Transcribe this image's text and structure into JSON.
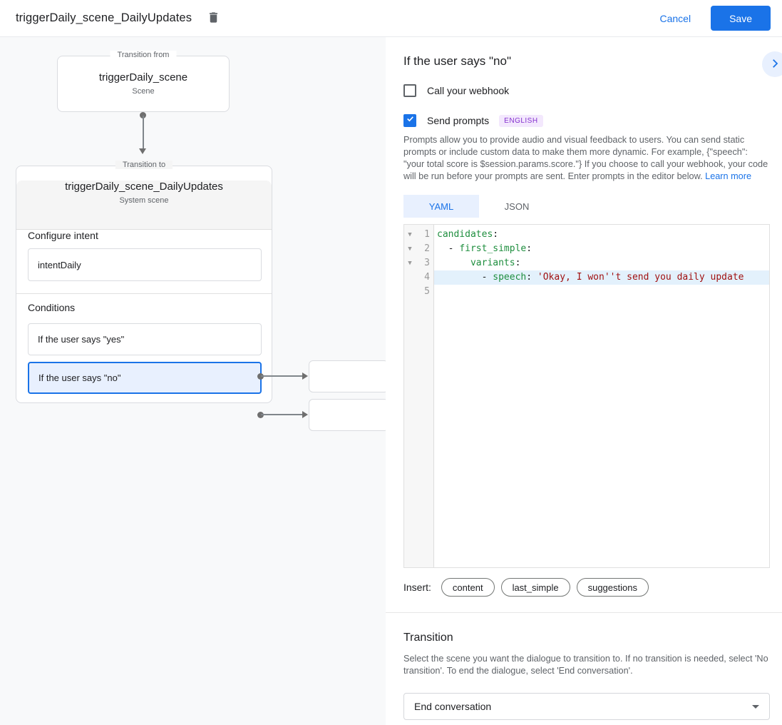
{
  "colors": {
    "accent_blue": "#1a73e8",
    "light_blue_bg": "#e8f0fe",
    "badge_purple_text": "#8430ce",
    "badge_purple_bg": "#f3e8fd",
    "code_key_green": "#1e8e3e",
    "code_string_red": "#a11111",
    "canvas_bg": "#f8f9fa"
  },
  "header": {
    "title": "triggerDaily_scene_DailyUpdates",
    "cancel_label": "Cancel",
    "save_label": "Save"
  },
  "canvas": {
    "from_box": {
      "legend": "Transition from",
      "title": "triggerDaily_scene",
      "subtitle": "Scene"
    },
    "to_card": {
      "legend": "Transition to",
      "title": "triggerDaily_scene_DailyUpdates",
      "subtitle": "System scene",
      "intent_label": "Configure intent",
      "intent_value": "intentDaily",
      "conditions_label": "Conditions",
      "conditions": [
        {
          "label": "If the user says \"yes\"",
          "selected": false
        },
        {
          "label": "If the user says \"no\"",
          "selected": true
        }
      ]
    }
  },
  "panel": {
    "title": "If the user says \"no\"",
    "webhook": {
      "label": "Call your webhook",
      "checked": false
    },
    "prompts": {
      "label": "Send prompts",
      "checked": true,
      "language_badge": "ENGLISH"
    },
    "description": "Prompts allow you to provide audio and visual feedback to users. You can send static prompts or include custom data to make them more dynamic. For example, {\"speech\": \"your total score is $session.params.score.\"} If you choose to call your webhook, your code will be run before your prompts are sent. Enter prompts in the editor below.",
    "learn_more_label": "Learn more",
    "tabs": [
      {
        "label": "YAML",
        "active": true
      },
      {
        "label": "JSON",
        "active": false
      }
    ],
    "editor": {
      "lines": [
        {
          "num": "1",
          "fold": "▼",
          "pre": "",
          "key": "candidates",
          "sep": ":",
          "str": ""
        },
        {
          "num": "2",
          "fold": "▼",
          "pre": "  - ",
          "key": "first_simple",
          "sep": ":",
          "str": ""
        },
        {
          "num": "3",
          "fold": "▼",
          "pre": "      ",
          "key": "variants",
          "sep": ":",
          "str": ""
        },
        {
          "num": "4",
          "fold": "",
          "pre": "        - ",
          "key": "speech",
          "sep": ": ",
          "str": "'Okay, I won''t send you daily update"
        },
        {
          "num": "5",
          "fold": "",
          "pre": "",
          "key": "",
          "sep": "",
          "str": ""
        }
      ]
    },
    "insert": {
      "label": "Insert:",
      "chips": [
        "content",
        "last_simple",
        "suggestions"
      ]
    },
    "transition": {
      "title": "Transition",
      "description": "Select the scene you want the dialogue to transition to. If no transition is needed, select 'No transition'. To end the dialogue, select 'End conversation'.",
      "value": "End conversation"
    }
  }
}
